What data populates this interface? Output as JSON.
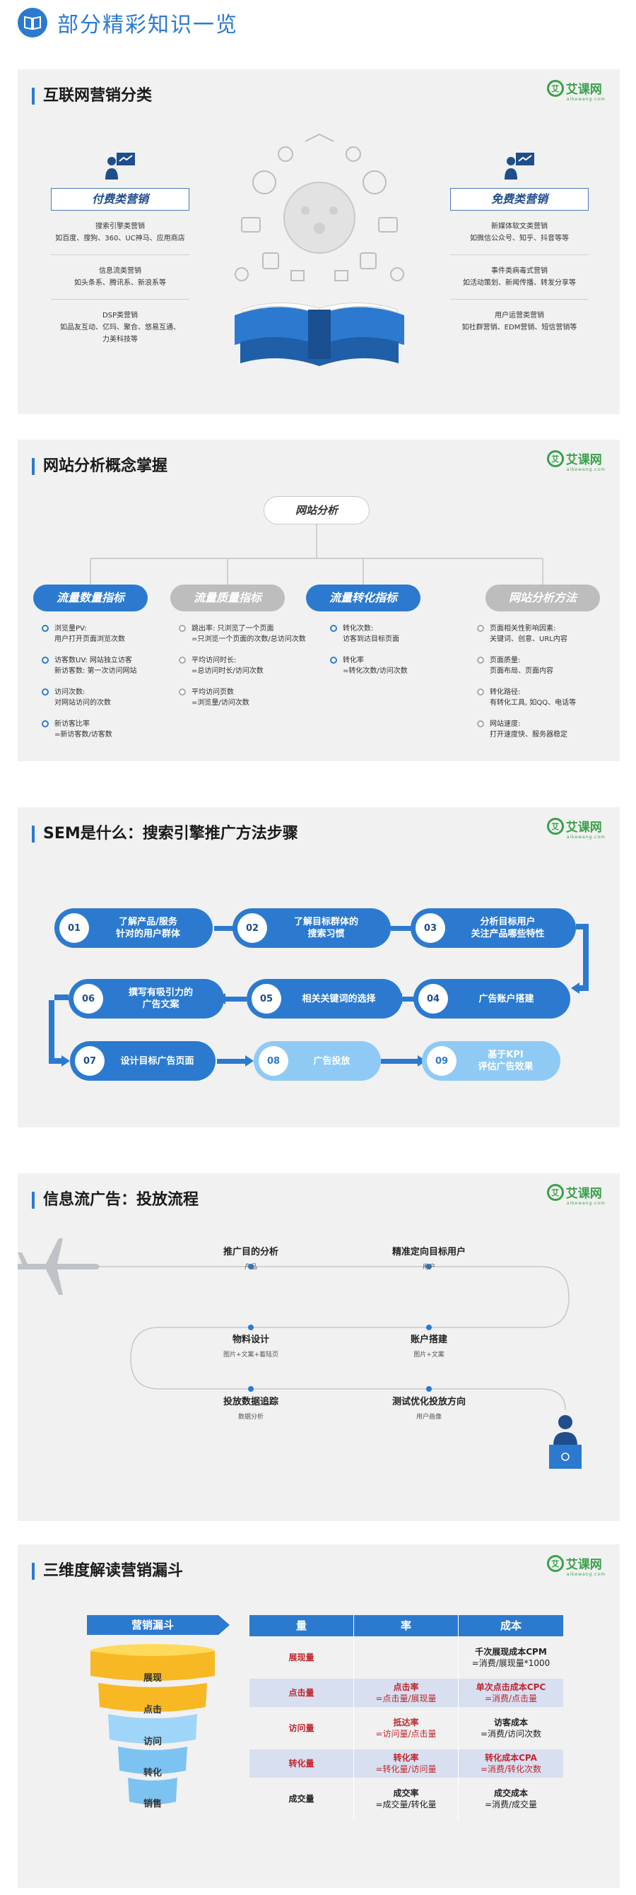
{
  "header": {
    "title": "部分精彩知识一览"
  },
  "logo": {
    "name": "艾课网",
    "sub": "aikewang.com",
    "glyph": "艾"
  },
  "colors": {
    "accent": "#2b7ad0",
    "light": "#8fcaf5",
    "gray": "#bdbdbd",
    "logo": "#3aa14a",
    "red": "#c0262d"
  },
  "s1": {
    "title": "互联网营销分类",
    "paid": {
      "label": "付费类营销",
      "items": [
        {
          "name": "搜索引擎类营销",
          "desc": "如百度、搜狗、360、UC神马、应用商店"
        },
        {
          "name": "信息流类营销",
          "desc": "如头条系、腾讯系、新浪系等"
        },
        {
          "name": "DSP类营销",
          "desc": "如品友互动、亿玛、聚合、悠易互通、力美科技等"
        }
      ]
    },
    "free": {
      "label": "免费类营销",
      "items": [
        {
          "name": "新媒体软文类营销",
          "desc": "如微信公众号、知乎、抖音等等"
        },
        {
          "name": "事件类病毒式营销",
          "desc": "如活动策划、新闻传播、转发分享等"
        },
        {
          "name": "用户运营类营销",
          "desc": "如社群营销、EDM营销、短信营销等"
        }
      ]
    }
  },
  "s2": {
    "title": "网站分析概念掌握",
    "root": "网站分析",
    "groups": [
      {
        "label": "流量数量指标",
        "style": "blue",
        "items": [
          {
            "l1": "浏览量PV:",
            "l2": "用户打开页面浏览次数"
          },
          {
            "l1": "访客数UV: 网站独立访客",
            "l2": "新访客数: 第一次访问网站"
          },
          {
            "l1": "访问次数:",
            "l2": "对网站访问的次数"
          },
          {
            "l1": "新访客比率",
            "l2": "=新访客数/访客数"
          }
        ]
      },
      {
        "label": "流量质量指标",
        "style": "gray",
        "items": [
          {
            "l1": "跳出率: 只浏览了一个页面",
            "l2": "=只浏览一个页面的次数/总访问次数"
          },
          {
            "l1": "平均访问时长:",
            "l2": "=总访问时长/访问次数"
          },
          {
            "l1": "平均访问页数",
            "l2": "=浏览量/访问次数"
          }
        ]
      },
      {
        "label": "流量转化指标",
        "style": "blue",
        "items": [
          {
            "l1": "转化次数:",
            "l2": "访客到达目标页面"
          },
          {
            "l1": "转化率",
            "l2": "=转化次数/访问次数"
          }
        ]
      },
      {
        "label": "网站分析方法",
        "style": "gray",
        "items": [
          {
            "l1": "页面相关性影响因素:",
            "l2": "关键词、创意、URL内容"
          },
          {
            "l1": "页面质量:",
            "l2": "页面布局、页面内容"
          },
          {
            "l1": "转化路径:",
            "l2": "有转化工具, 如QQ、电话等"
          },
          {
            "l1": "网站速度:",
            "l2": "打开速度快、服务器稳定"
          }
        ]
      }
    ]
  },
  "s3": {
    "title": "SEM是什么：搜索引擎推广方法步骤",
    "steps": [
      {
        "num": "01",
        "l1": "了解产品/服务",
        "l2": "针对的用户群体",
        "style": "dark"
      },
      {
        "num": "02",
        "l1": "了解目标群体的",
        "l2": "搜索习惯",
        "style": "dark"
      },
      {
        "num": "03",
        "l1": "分析目标用户",
        "l2": "关注产品哪些特性",
        "style": "dark"
      },
      {
        "num": "04",
        "l1": "广告账户搭建",
        "l2": "",
        "style": "dark"
      },
      {
        "num": "05",
        "l1": "相关关键词的选择",
        "l2": "",
        "style": "dark"
      },
      {
        "num": "06",
        "l1": "撰写有吸引力的",
        "l2": "广告文案",
        "style": "dark"
      },
      {
        "num": "07",
        "l1": "设计目标广告页面",
        "l2": "",
        "style": "dark"
      },
      {
        "num": "08",
        "l1": "广告投放",
        "l2": "",
        "style": "light"
      },
      {
        "num": "09",
        "l1": "基于KPI",
        "l2": "评估广告效果",
        "style": "light"
      }
    ]
  },
  "s4": {
    "title": "信息流广告：投放流程",
    "steps": [
      {
        "t": "推广目的分析",
        "s": "产品"
      },
      {
        "t": "精准定向目标用户",
        "s": "用户"
      },
      {
        "t": "物料设计",
        "s": "图片+文案+着陆页"
      },
      {
        "t": "账户搭建",
        "s": "图片+文案"
      },
      {
        "t": "投放数据追踪",
        "s": "数据分析"
      },
      {
        "t": "测试优化投放方向",
        "s": "用户画像"
      }
    ]
  },
  "s5": {
    "title": "三维度解读营销漏斗",
    "funnel_title": "营销漏斗",
    "funnel_levels": [
      "展现",
      "点击",
      "访问",
      "转化",
      "销售"
    ],
    "headers": [
      "量",
      "率",
      "成本"
    ],
    "rows": [
      {
        "a": "展现量",
        "b1": "",
        "b2": "",
        "c1": "千次展现成本CPM",
        "c2": "=消费/展现量*1000",
        "shade": false
      },
      {
        "a": "点击量",
        "b1": "点击率",
        "b2": "=点击量/展现量",
        "c1": "单次点击成本CPC",
        "c2": "=消费/点击量",
        "shade": true
      },
      {
        "a": "访问量",
        "b1": "抵达率",
        "b2": "=访问量/点击量",
        "c1": "访客成本",
        "c2": "=消费/访问次数",
        "shade": false
      },
      {
        "a": "转化量",
        "b1": "转化率",
        "b2": "=转化量/访问量",
        "c1": "转化成本CPA",
        "c2": "=消费/转化次数",
        "shade": true
      },
      {
        "a": "成交量",
        "b1": "成交率",
        "b2": "=成交量/转化量",
        "c1": "成交成本",
        "c2": "=消费/成交量",
        "shade": false
      }
    ]
  }
}
